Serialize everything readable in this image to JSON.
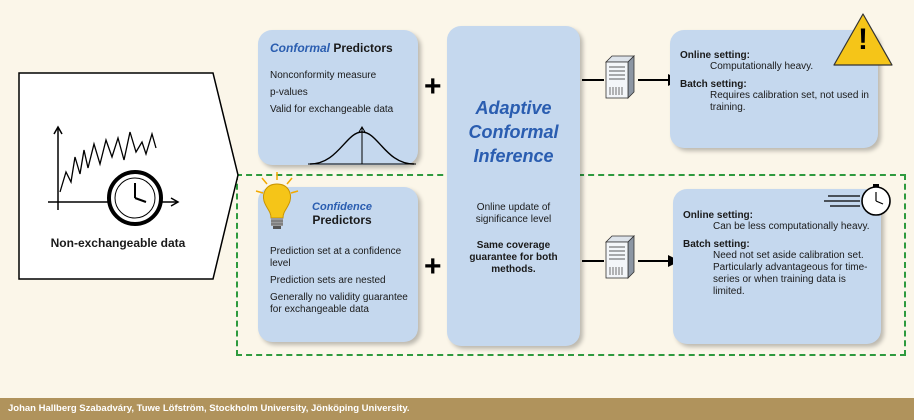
{
  "left_box": {
    "label": "Non-exchangeable data"
  },
  "conformal": {
    "title_accent": "Conformal",
    "title_rest": " Predictors",
    "items": [
      "Nonconformity measure",
      "p-values",
      "Valid for exchangeable data"
    ]
  },
  "confidence": {
    "title_accent": "Confidence",
    "title_rest": "Predictors",
    "items": [
      "Prediction set at a confidence level",
      "Prediction sets are nested",
      "Generally no validity guarantee for exchangeable data"
    ]
  },
  "center": {
    "title_lines": [
      "Adaptive",
      "Conformal",
      "Inference"
    ],
    "desc": "Online update of significance level",
    "guarantee": "Same coverage guarantee for both methods."
  },
  "top_right": {
    "online_head": "Online setting:",
    "online_text": "Computationally heavy.",
    "batch_head": "Batch setting:",
    "batch_text": "Requires calibration set, not used in training."
  },
  "bottom_right": {
    "online_head": "Online setting:",
    "online_text": "Can be less computationally heavy.",
    "batch_head": "Batch setting:",
    "batch_text": "Need not set aside calibration set. Particularly advantageous for time-series or when training data is limited."
  },
  "plus_sign": "+",
  "warning_symbol": "!",
  "footer": "Johan Hallberg Szabadváry, Tuwe Löfström, Stockholm University, Jönköping University.",
  "colors": {
    "accent": "#2a5db0",
    "panel": "#c5d8ee",
    "footer": "#b0935c",
    "dashed": "#2e9a3e",
    "warning": "#f5c518"
  }
}
